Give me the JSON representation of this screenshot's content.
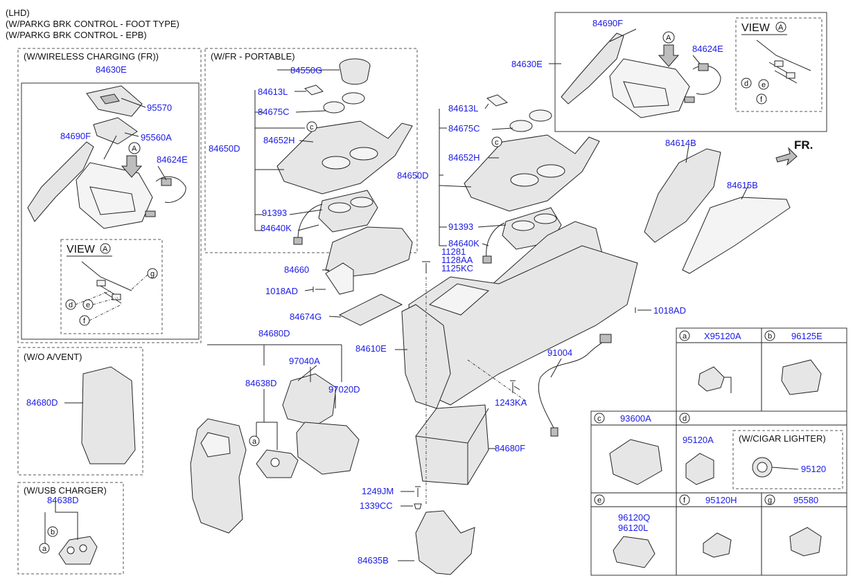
{
  "header": [
    "(LHD)",
    "(W/PARKG BRK CONTROL - FOOT TYPE)",
    "(W/PARKG BRK CONTROL - EPB)"
  ],
  "groups": {
    "wireless": "(W/WIRELESS CHARGING (FR))",
    "portable": "(W/FR - PORTABLE)",
    "no_vent": "(W/O A/VENT)",
    "usb": "(W/USB CHARGER)",
    "cigar": "(W/CIGAR LIGHTER)"
  },
  "view_label": "VIEW",
  "direction": "FR.",
  "letters": [
    "a",
    "b",
    "c",
    "d",
    "e",
    "f",
    "g",
    "A"
  ],
  "parts": {
    "p84630E_l": "84630E",
    "p95570": "95570",
    "p84690F_l": "84690F",
    "p95560A": "95560A",
    "p84624E_l": "84624E",
    "p84550G": "84550G",
    "p84613L_l": "84613L",
    "p84675C_l": "84675C",
    "p84652H_l": "84652H",
    "p84650D_l": "84650D",
    "p91393_l": "91393",
    "p84640K_l": "84640K",
    "p84690F_r": "84690F",
    "p84624E_r": "84624E",
    "p84630E_r": "84630E",
    "p84613L_r": "84613L",
    "p84675C_r": "84675C",
    "p84652H_r": "84652H",
    "p84650D_r": "84650D",
    "p91393_r": "91393",
    "p84640K_r": "84640K",
    "p11281": "11281",
    "p1128AA": "1128AA",
    "p1125KC": "1125KC",
    "p84614B": "84614B",
    "p84615B": "84615B",
    "p84660": "84660",
    "p1018AD_l": "1018AD",
    "p1018AD_r": "1018AD",
    "p84674G": "84674G",
    "p84680D_top": "84680D",
    "p84610E": "84610E",
    "p97040A": "97040A",
    "p84638D_m": "84638D",
    "p97020D": "97020D",
    "p91004": "91004",
    "p1243KA": "1243KA",
    "p84680D_nv": "84680D",
    "p84680F": "84680F",
    "p84638D_u": "84638D",
    "p1249JM": "1249JM",
    "p1339CC": "1339CC",
    "p84635B": "84635B"
  },
  "table": {
    "a": {
      "letter": "a",
      "part": "X95120A"
    },
    "b": {
      "letter": "b",
      "part": "96125E"
    },
    "c": {
      "letter": "c",
      "part": "93600A"
    },
    "d": {
      "letter": "d",
      "part": ""
    },
    "d_part": "95120A",
    "d_cigar_part": "95120",
    "e": {
      "letter": "e",
      "parts": [
        "96120Q",
        "96120L"
      ]
    },
    "f": {
      "letter": "f",
      "part": "95120H"
    },
    "g": {
      "letter": "g",
      "part": "95580"
    }
  }
}
